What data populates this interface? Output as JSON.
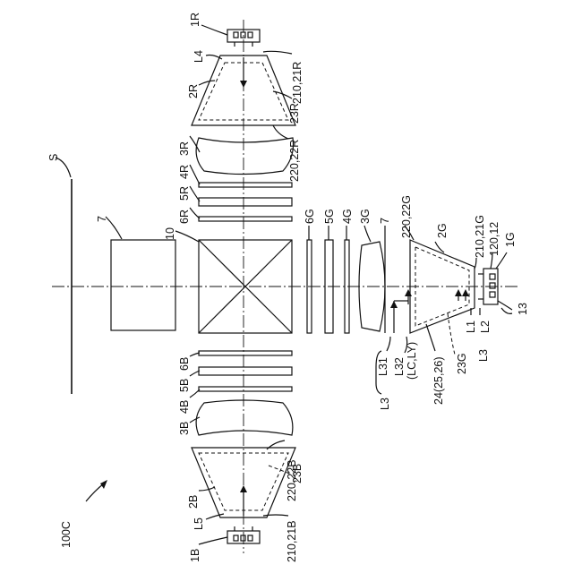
{
  "labels": {
    "fig": "100C",
    "screen": "S",
    "r1": "1R",
    "r2": "2R",
    "r3": "3R",
    "r4": "4R",
    "r5": "5R",
    "r6": "6R",
    "r210": "210,21R",
    "r220": "220,22R",
    "r23": "23R",
    "l4": "L4",
    "seven_left": "7",
    "ten": "10",
    "g6": "6G",
    "g5": "5G",
    "g4": "4G",
    "g3": "3G",
    "seven_right": "7",
    "g220": "220,22G",
    "g2": "2G",
    "g210": "210,21G",
    "g120": "120,12",
    "g1": "1G",
    "thirteen": "13",
    "l1": "L1",
    "l2": "L2",
    "l3a": "L3",
    "l31": "L31",
    "l32": "L32",
    "lcly": "(LC,LY)",
    "l3b": "L3",
    "g24": "24(25,26)",
    "g23": "23G",
    "b1": "1B",
    "b2": "2B",
    "b3": "3B",
    "b4": "4B",
    "b5": "5B",
    "b6": "6B",
    "b210": "210,21B",
    "b220": "220,22B",
    "b23": "23B",
    "l5": "L5"
  }
}
